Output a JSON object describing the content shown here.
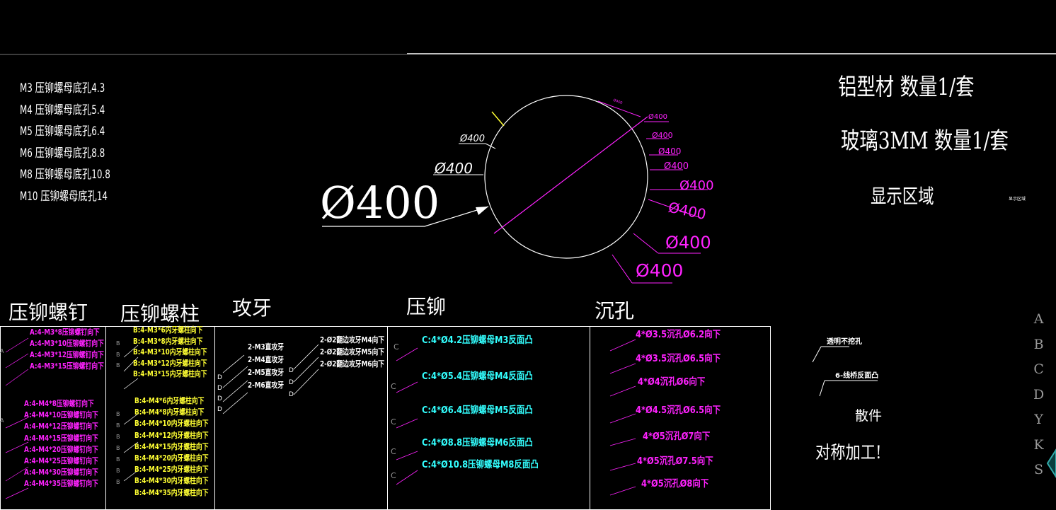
{
  "hole_sizes": [
    "M3 压铆螺母底孔4.3",
    "M4 压铆螺母底孔5.4",
    "M5 压铆螺母底孔6.4",
    "M6 压铆螺母底孔8.8",
    "M8 压铆螺母底孔10.8",
    "M10 压铆螺母底孔14"
  ],
  "circle": {
    "big_label": "Ø400",
    "label": "Ø400",
    "small_labels": [
      "Ø400",
      "Ø400",
      "Ø400",
      "Ø400",
      "Ø400",
      "Ø400",
      "Ø400",
      "Ø400",
      "Ø400",
      "Ø400"
    ]
  },
  "info": {
    "material": "铝型材 数量1/套",
    "glass": "玻璃3MM 数量1/套",
    "display": "显示区域",
    "tiny": "显示区域"
  },
  "headers": {
    "screw": "压铆螺钉",
    "stud": "压铆螺柱",
    "tap": "攻牙",
    "nut": "压铆",
    "countersink": "沉孔"
  },
  "screw_group1": [
    "A:4-M3*8压铆螺钉向下",
    "A:4-M3*10压铆螺钉向下",
    "A:4-M3*12压铆螺钉向下",
    "A:4-M3*15压铆螺钉向下"
  ],
  "screw_group2": [
    "A:4-M4*8压铆螺钉向下",
    "A:4-M4*10压铆螺钉向下",
    "A:4-M4*12压铆螺钉向下",
    "A:4-M4*15压铆螺钉向下",
    "A:4-M4*20压铆螺钉向下",
    "A:4-M4*25压铆螺钉向下",
    "A:4-M4*30压铆螺钉向下",
    "A:4-M4*35压铆螺钉向下"
  ],
  "stud_group1": [
    "B:4-M3*6内牙螺柱向下",
    "B:4-M3*8内牙螺柱向下",
    "B:4-M3*10内牙螺柱向下",
    "B:4-M3*12内牙螺柱向下",
    "B:4-M3*15内牙螺柱向下"
  ],
  "stud_group2": [
    "B:4-M4*6内牙螺柱向下",
    "B:4-M4*8内牙螺柱向下",
    "B:4-M4*10内牙螺柱向下",
    "B:4-M4*12内牙螺柱向下",
    "B:4-M4*15内牙螺柱向下",
    "B:4-M4*20内牙螺柱向下",
    "B:4-M4*25内牙螺柱向下",
    "B:4-M4*30内牙螺柱向下",
    "B:4-M4*35内牙螺柱向下"
  ],
  "tap_left": [
    "2-M3直攻牙",
    "2-M4直攻牙",
    "2-M5直攻牙",
    "2-M6直攻牙"
  ],
  "tap_right": [
    "2-Ø2翻边攻牙M4向下",
    "2-Ø2翻边攻牙M5向下",
    "2-Ø2翻边攻牙M6向下"
  ],
  "nut_items": [
    "C:4*Ø4.2压铆螺母M3反面凸",
    "C:4*Ø5.4压铆螺母M4反面凸",
    "C:4*Ø6.4压铆螺母M5反面凸",
    "C:4*Ø8.8压铆螺母M6反面凸",
    "C:4*Ø10.8压铆螺母M8反面凸"
  ],
  "sink_items": [
    "4*Ø3.5沉孔Ø6.2向下",
    "4*Ø3.5沉孔Ø6.5向下",
    "4*Ø4沉孔Ø6向下",
    "4*Ø4.5沉孔Ø6.5向下",
    "4*Ø5沉孔Ø7向下",
    "4*Ø5沉孔Ø7.5向下",
    "4*Ø5沉孔Ø8向下"
  ],
  "misc": {
    "no_hole": "透明不挖孔",
    "bridge": "6-线桥反面凸",
    "loose": "散件",
    "symmetric": "对称加工!"
  },
  "side_letters": [
    "A",
    "B",
    "C",
    "D",
    "Y",
    "K",
    "S"
  ],
  "marks": {
    "a": "A",
    "b": "B",
    "c": "C",
    "d": "D"
  }
}
